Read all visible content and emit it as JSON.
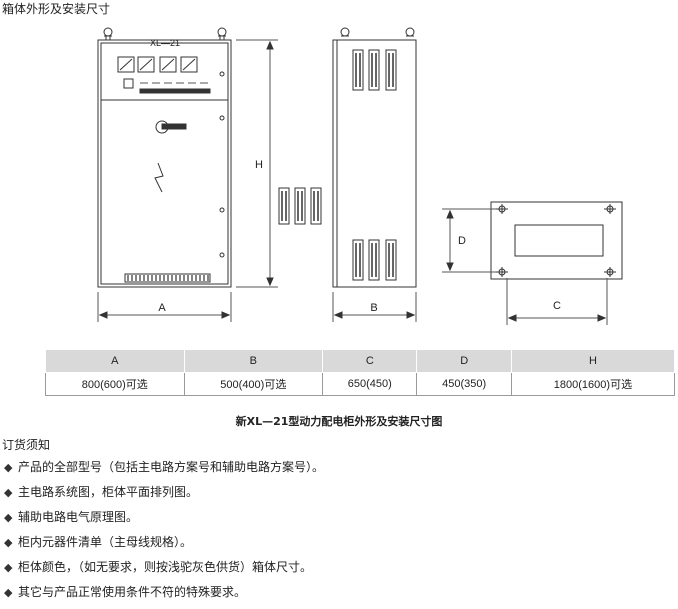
{
  "heading": "箱体外形及安装尺寸",
  "drawing": {
    "panel_title": "XL—21",
    "labels": {
      "A": "A",
      "B": "B",
      "C": "C",
      "D": "D",
      "H": "H"
    }
  },
  "table": {
    "headers": [
      "A",
      "B",
      "C",
      "D",
      "H"
    ],
    "values": [
      "800(600)可选",
      "500(400)可选",
      "650(450)",
      "450(350)",
      "1800(1600)可选"
    ]
  },
  "caption": "新XL—21型动力配电柜外形及安装尺寸图",
  "order": {
    "title": "订货须知",
    "items": [
      "产品的全部型号（包括主电路方案号和辅助电路方案号）。",
      "主电路系统图，柜体平面排列图。",
      "辅助电路电气原理图。",
      "柜内元器件清单（主母线规格）。",
      "柜体颜色，（如无要求，则按浅驼灰色供货）箱体尺寸。",
      "其它与产品正常使用条件不符的特殊要求。"
    ]
  }
}
